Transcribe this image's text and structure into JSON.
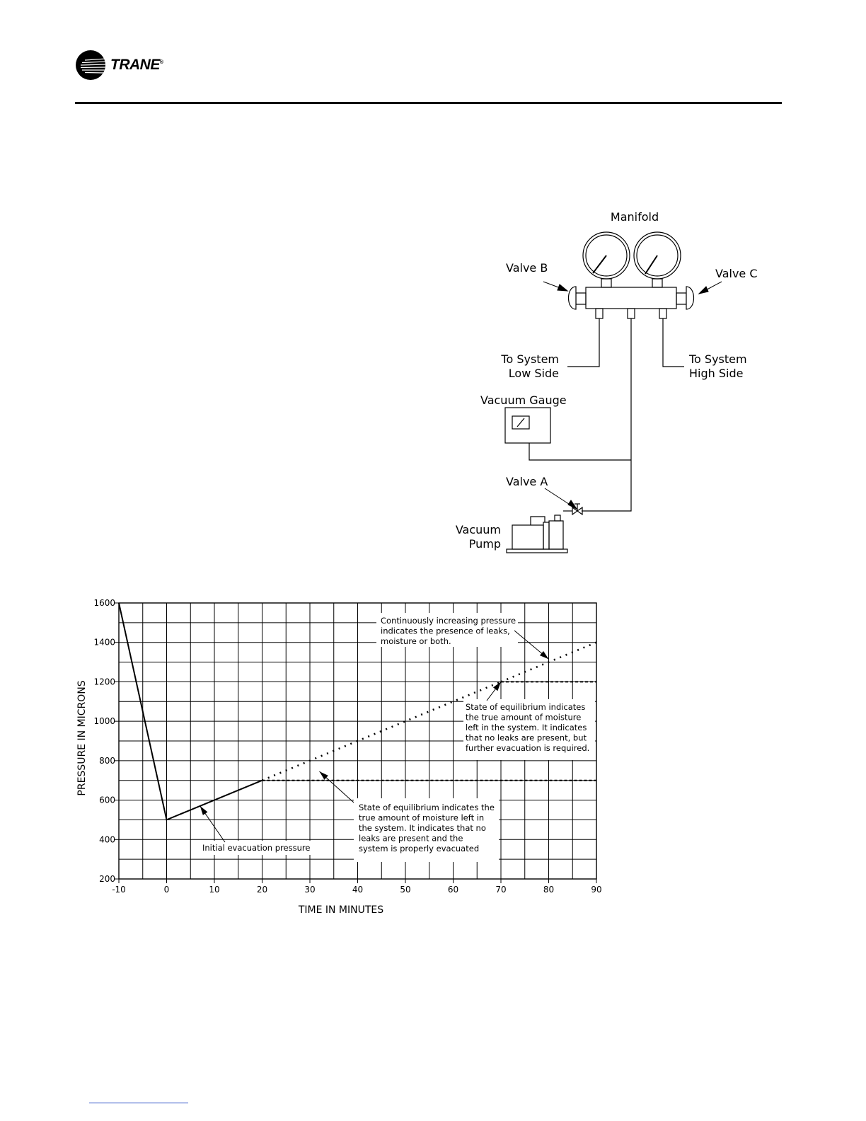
{
  "header": {
    "brand": "TRANE",
    "registered_mark": "®",
    "logo_icon": "trane-globe-icon"
  },
  "manifold_diagram": {
    "title": "Manifold",
    "valve_b": "Valve B",
    "valve_c": "Valve C",
    "valve_a": "Valve A",
    "low_side_line1": "To System",
    "low_side_line2": "Low Side",
    "high_side_line1": "To System",
    "high_side_line2": "High Side",
    "vacuum_gauge": "Vacuum Gauge",
    "vacuum_pump_line1": "Vacuum",
    "vacuum_pump_line2": "Pump"
  },
  "chart_data": {
    "type": "line",
    "title": "",
    "xlabel": "TIME IN MINUTES",
    "ylabel": "PRESSURE IN MICRONS",
    "xlim": [
      -10,
      90
    ],
    "ylim": [
      200,
      1600
    ],
    "x_ticks": [
      -10,
      0,
      10,
      20,
      30,
      40,
      50,
      60,
      70,
      80,
      90
    ],
    "y_ticks": [
      200,
      400,
      600,
      800,
      1000,
      1200,
      1400,
      1600
    ],
    "grid": true,
    "series": [
      {
        "style": "solid",
        "points": [
          [
            -10,
            1600
          ],
          [
            0,
            500
          ],
          [
            20,
            700
          ]
        ]
      },
      {
        "style": "dashed",
        "points": [
          [
            20,
            700
          ],
          [
            90,
            700
          ]
        ]
      },
      {
        "style": "dotted",
        "points": [
          [
            20,
            700
          ],
          [
            70,
            1200
          ]
        ]
      },
      {
        "style": "dashed",
        "points": [
          [
            70,
            1200
          ],
          [
            90,
            1200
          ]
        ]
      },
      {
        "style": "dotted",
        "points": [
          [
            70,
            1200
          ],
          [
            90,
            1400
          ]
        ]
      }
    ],
    "annotations": [
      {
        "id": "leaks",
        "lines": [
          "Continuously increasing pressure",
          "indicates the presence of leaks,",
          "moisture or both."
        ]
      },
      {
        "id": "equilibrium-high",
        "lines": [
          "State of equilibrium indicates",
          "the true amount of moisture",
          "left in the system.  It indicates",
          "that no leaks are present, but",
          "further evacuation is required."
        ]
      },
      {
        "id": "equilibrium-low",
        "lines": [
          "State of equilibrium indicates the",
          "true amount of moisture left in",
          "the system.  It indicates that no",
          "leaks are present and the",
          "system is properly evacuated"
        ]
      },
      {
        "id": "initial",
        "lines": [
          "Initial evacuation pressure"
        ]
      }
    ]
  }
}
